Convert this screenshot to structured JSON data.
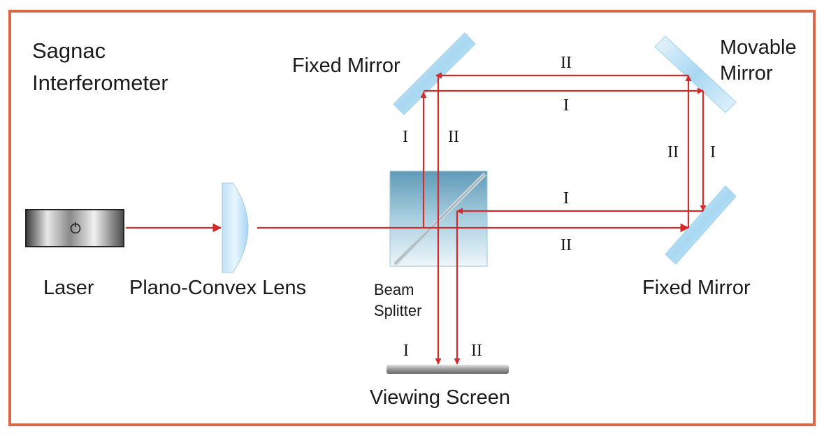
{
  "title": {
    "line1": "Sagnac",
    "line2": "Interferometer"
  },
  "labels": {
    "laser": "Laser",
    "lens": "Plano-Convex Lens",
    "beam_splitter_line1": "Beam",
    "beam_splitter_line2": "Splitter",
    "fixed_mirror_top": "Fixed Mirror",
    "movable_mirror_line1": "Movable",
    "movable_mirror_line2": "Mirror",
    "fixed_mirror_bottom": "Fixed Mirror",
    "viewing_screen": "Viewing Screen"
  },
  "paths": {
    "one": "I",
    "two": "II"
  },
  "colors": {
    "frame": "#d9674a",
    "beam": "#d42a2a",
    "mirror": "#a9d8f2",
    "splitter": "#7fb2cc",
    "laser_body": "#888888",
    "screen": "#9a9a9a"
  },
  "icons": {
    "laser_symbol": "power-icon"
  }
}
